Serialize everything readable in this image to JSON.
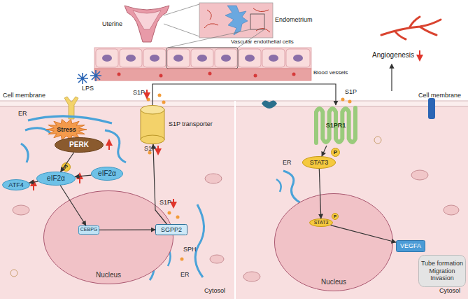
{
  "diagram": {
    "nodes": [
      {
        "text": [
          "Stress"
        ]
      },
      {
        "text": [
          "PERK"
        ]
      },
      {
        "text": [
          "P"
        ]
      },
      {
        "text": [
          "eIF2α"
        ]
      },
      {
        "text": [
          "eIF2α"
        ]
      },
      {
        "text": [
          "ATF4"
        ]
      },
      {
        "text": [
          "Nucleus"
        ]
      },
      {
        "text": [
          "CEBPG"
        ],
        "in": 6
      },
      {
        "text": [
          "SGPP2"
        ]
      },
      {
        "text": [
          "S1P transporter"
        ]
      },
      {
        "text": [
          "S1PR1"
        ]
      },
      {
        "text": [
          "P"
        ]
      },
      {
        "text": [
          "STAT3"
        ]
      },
      {
        "text": [
          "Nucleus"
        ]
      },
      {
        "text": [
          "STAT3"
        ],
        "in": 13
      },
      {
        "text": [
          "P"
        ],
        "in": 13
      },
      {
        "text": [
          "VEGFA"
        ]
      },
      {
        "text": [
          "Tube formation Migration Invasion"
        ]
      }
    ],
    "edges": [
      {
        "from": 1,
        "to": 3,
        "arrow": "to"
      },
      {
        "from": 4,
        "to": 3,
        "arrow": "to"
      },
      {
        "from": 3,
        "to": 5,
        "arrow": "to"
      },
      {
        "from": 3,
        "to": 7,
        "arrow": "to"
      },
      {
        "from": 7,
        "to": 8,
        "arrow": "to"
      },
      {
        "from": 8,
        "to": 9,
        "arrow": "to"
      },
      {
        "from": 9,
        "to": 10,
        "arrow": "to"
      },
      {
        "from": 10,
        "to": 12,
        "arrow": "to"
      },
      {
        "from": 12,
        "to": 14,
        "arrow": "to"
      },
      {
        "from": 14,
        "to": 16,
        "arrow": "to"
      }
    ],
    "labels": [
      "Uterine",
      "Endometrium",
      "Vascular endothelial cells",
      "Blood vessels",
      "Angiogenesis",
      "LPS",
      "Cell membrane",
      "ER",
      "S1P",
      "S1P",
      "S1P",
      "SPH",
      "ER",
      "Cytosol",
      "S1P",
      "Cell membrane",
      "ER",
      "Cytosol"
    ]
  }
}
